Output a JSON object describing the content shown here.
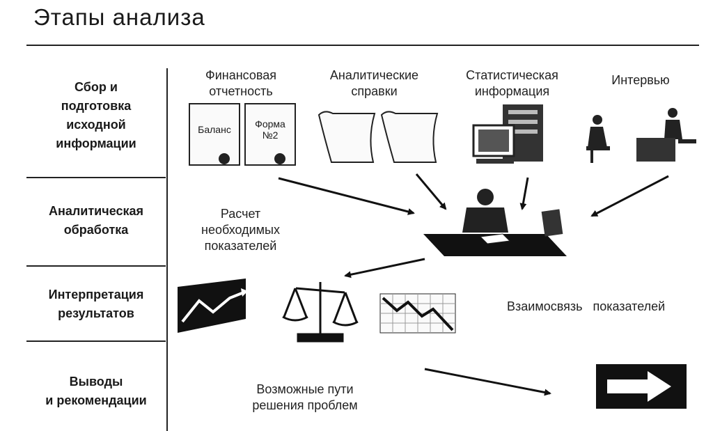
{
  "title": "Этапы анализа",
  "stages": [
    {
      "lines": [
        "Сбор и",
        "подготовка",
        "исходной",
        "информации"
      ]
    },
    {
      "lines": [
        "Аналитическая",
        "обработка"
      ]
    },
    {
      "lines": [
        "Интерпретация",
        "результатов"
      ]
    },
    {
      "lines": [
        "Выводы",
        "и  рекомендации"
      ]
    }
  ],
  "sources": {
    "financial": [
      "Финансовая",
      "отчетность"
    ],
    "analytical": [
      "Аналитические",
      "справки"
    ],
    "statistical": [
      "Статистическая",
      "информация"
    ],
    "interview": "Интервью"
  },
  "documents": {
    "balance": "Баланс",
    "form2": [
      "Форма",
      "№2"
    ]
  },
  "calc": [
    "Расчет",
    "необходимых",
    "показателей"
  ],
  "relation": "Взаимосвязь   показателей",
  "solutions": [
    "Возможные пути",
    "решения проблем"
  ]
}
